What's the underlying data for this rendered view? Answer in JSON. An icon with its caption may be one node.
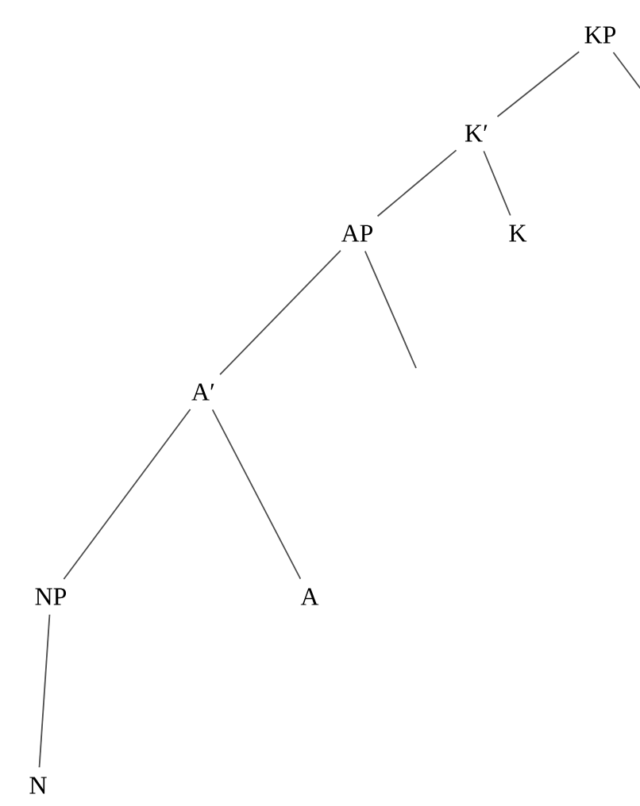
{
  "diagram": {
    "nodes": [
      {
        "text": [
          "KP"
        ]
      },
      {
        "text": [
          "K′"
        ]
      },
      {
        "text": [
          "AP"
        ]
      },
      {
        "text": [
          "K"
        ]
      },
      {
        "text": [
          "A′"
        ]
      },
      {
        "text": [
          "NP"
        ]
      },
      {
        "text": [
          "A"
        ]
      },
      {
        "text": [
          "N"
        ]
      }
    ],
    "edges": [
      {
        "from": 0,
        "to": 1,
        "arrow": "none"
      },
      {
        "from": 0,
        "to": null,
        "arrow": "none"
      },
      {
        "from": 1,
        "to": 2,
        "arrow": "none"
      },
      {
        "from": 1,
        "to": 3,
        "arrow": "none"
      },
      {
        "from": 2,
        "to": 4,
        "arrow": "none"
      },
      {
        "from": 2,
        "to": null,
        "arrow": "none"
      },
      {
        "from": 4,
        "to": 5,
        "arrow": "none"
      },
      {
        "from": 4,
        "to": 6,
        "arrow": "none"
      },
      {
        "from": 5,
        "to": 7,
        "arrow": "none"
      }
    ]
  }
}
